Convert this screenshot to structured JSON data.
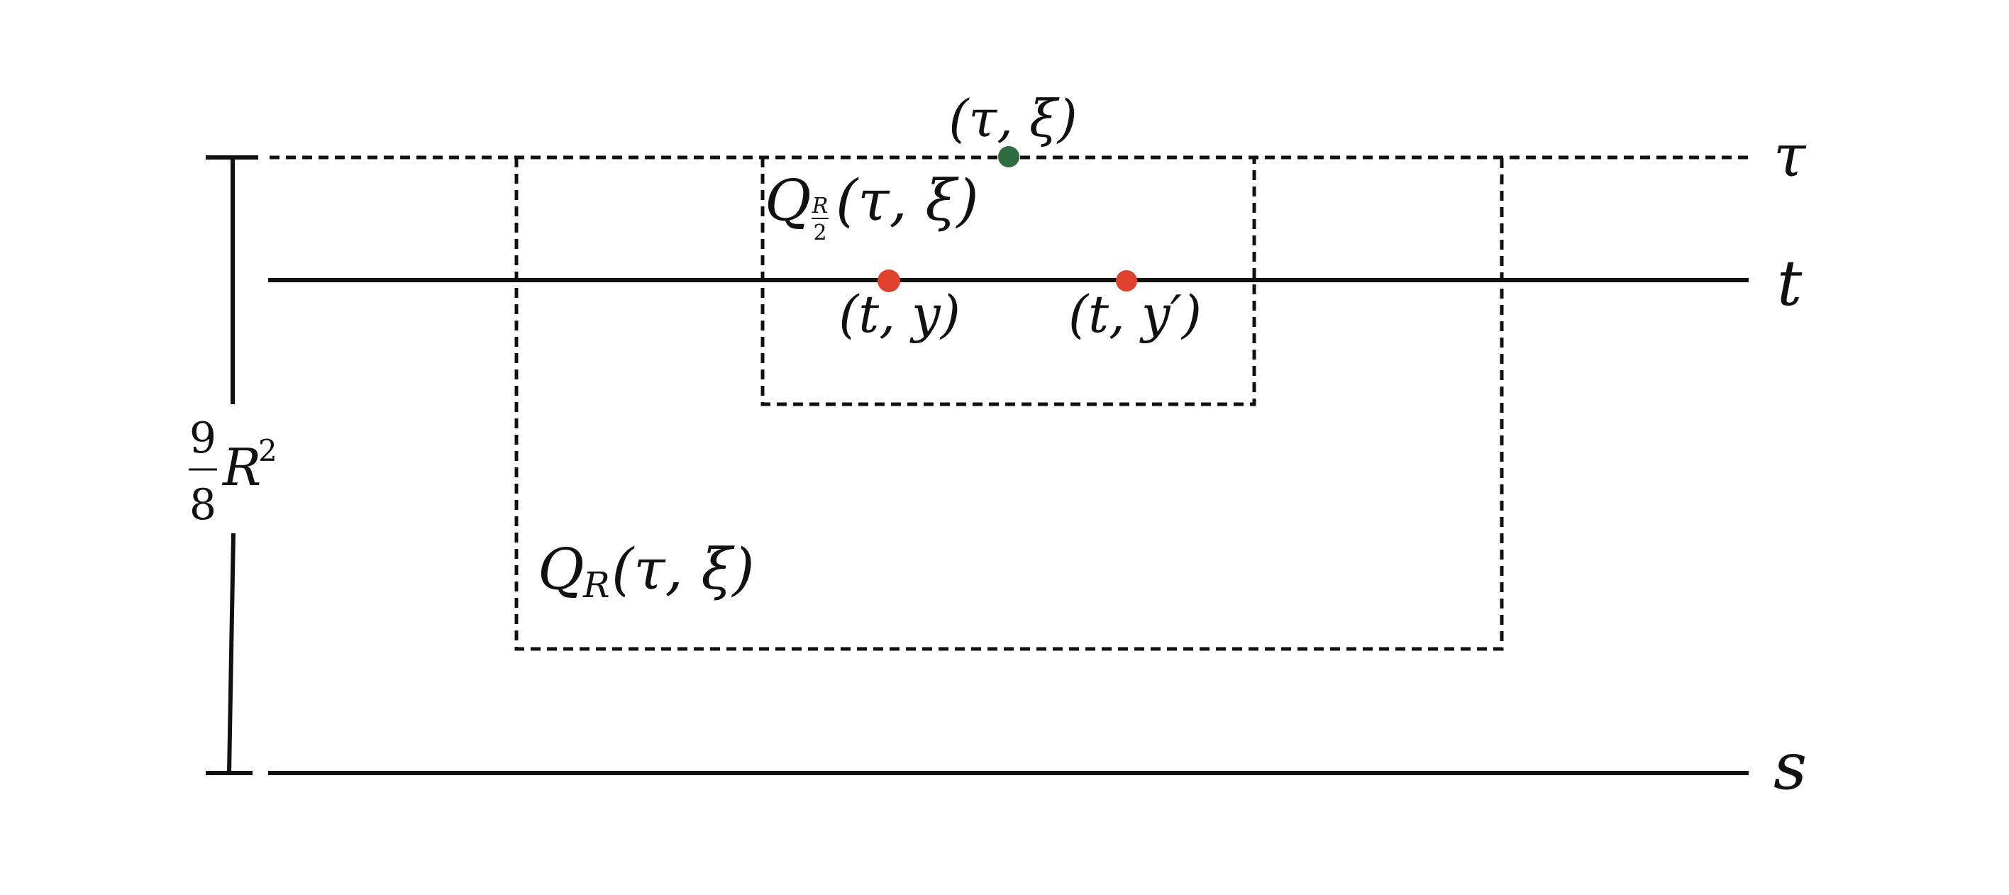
{
  "lines": {
    "top_label": "τ",
    "middle_label": "t",
    "bottom_label": "s"
  },
  "height_label": {
    "numerator": "9",
    "denominator": "8",
    "base": "R",
    "exponent": "2"
  },
  "boxes": {
    "outer": {
      "symbol": "Q",
      "subscript": "R",
      "argument": "(τ, ξ)"
    },
    "inner": {
      "symbol": "Q",
      "subscript_numerator": "R",
      "subscript_denominator": "2",
      "argument": "(τ, ξ)"
    }
  },
  "points": {
    "center": {
      "label": "(τ, ξ)",
      "color": "#2e6b3f"
    },
    "first": {
      "label": "(t, y)",
      "color": "#e0412f"
    },
    "second": {
      "label": "(t, y′)",
      "color": "#e0412f"
    }
  }
}
